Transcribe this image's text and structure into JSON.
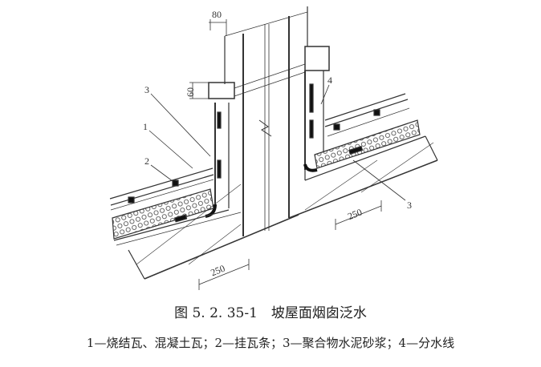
{
  "figure": {
    "title": "图 5. 2. 35-1　坡屋面烟囱泛水",
    "legend": "1—烧结瓦、混凝土瓦；2—挂瓦条；3—聚合物水泥砂浆；4—分水线"
  },
  "drawing": {
    "dimensions": {
      "top_width": "80",
      "drip_height": "60",
      "left_extent": "250",
      "right_extent": "250"
    },
    "callouts": [
      "3",
      "1",
      "2",
      "4",
      "3"
    ]
  }
}
